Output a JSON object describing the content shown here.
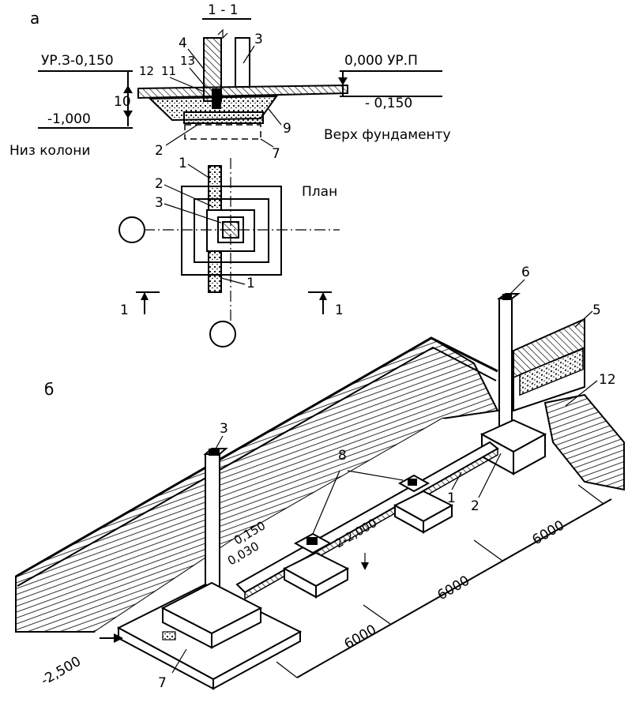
{
  "section_a": {
    "panel_letter": "а",
    "section_mark": "1 - 1",
    "level_left_top": "УР.З-0,150",
    "level_left_bottom": "-1,000",
    "caption_left": "Низ колони",
    "level_right_top": "0,000 УР.П",
    "level_right_bottom": "- 0,150",
    "caption_right": "Верх фундаменту",
    "callouts": [
      "4",
      "3",
      "12",
      "11",
      "13",
      "10",
      "9",
      "2",
      "7"
    ]
  },
  "plan": {
    "title": "План",
    "callouts": [
      "1",
      "2",
      "3",
      "1"
    ],
    "cut_left": "1",
    "cut_right": "1"
  },
  "view_b": {
    "panel_letter": "б",
    "callouts": [
      "3",
      "6",
      "5",
      "12",
      "8",
      "1",
      "2",
      "7"
    ],
    "dimensions": [
      "6000",
      "6000",
      "6000"
    ],
    "levels": [
      "0,150",
      "0,030",
      "2-2,000",
      "-2,500"
    ]
  }
}
